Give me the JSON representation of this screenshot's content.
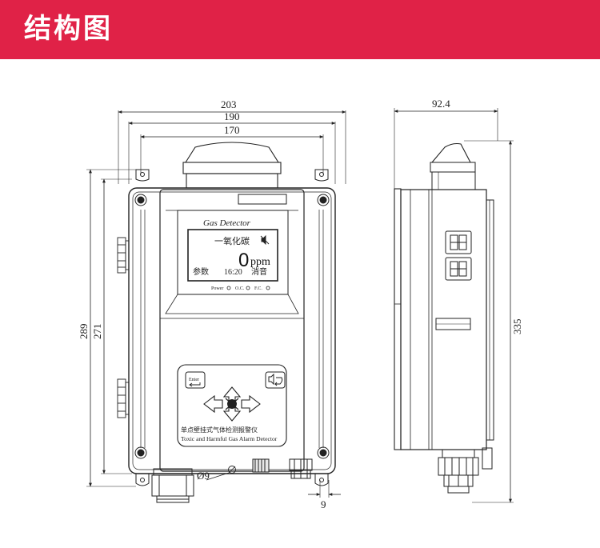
{
  "header": {
    "title": "结构图",
    "background_color": "#e02247"
  },
  "front_view": {
    "dimensions": {
      "width_overall": "203",
      "width_body": "190",
      "width_inner": "170",
      "height_overall": "289",
      "height_body": "271",
      "hole_diameter": "Ø9",
      "bottom_offset": "9"
    },
    "display_panel": {
      "title": "Gas Detector",
      "gas_name": "一氧化碳",
      "reading_value": "0",
      "reading_unit": "ppm",
      "menu_left": "参数",
      "time": "16:20",
      "menu_right": "消音",
      "mute_icon": "speaker-muted-icon"
    },
    "indicators": {
      "power": "Power",
      "oc": "O.C.",
      "fc": "F.C."
    },
    "keypad": {
      "enter_key": "Enter",
      "mute_key_icon": "mute-return-icon",
      "arrow_icons": [
        "arrow-left-icon",
        "arrow-right-icon",
        "arrow-up-icon",
        "arrow-down-icon"
      ],
      "label_cn": "单点壁挂式气体检测报警仪",
      "label_en": "Toxic and Harmful Gas Alarm Detector"
    }
  },
  "side_view": {
    "dimensions": {
      "depth": "92.4",
      "height": "335"
    }
  }
}
